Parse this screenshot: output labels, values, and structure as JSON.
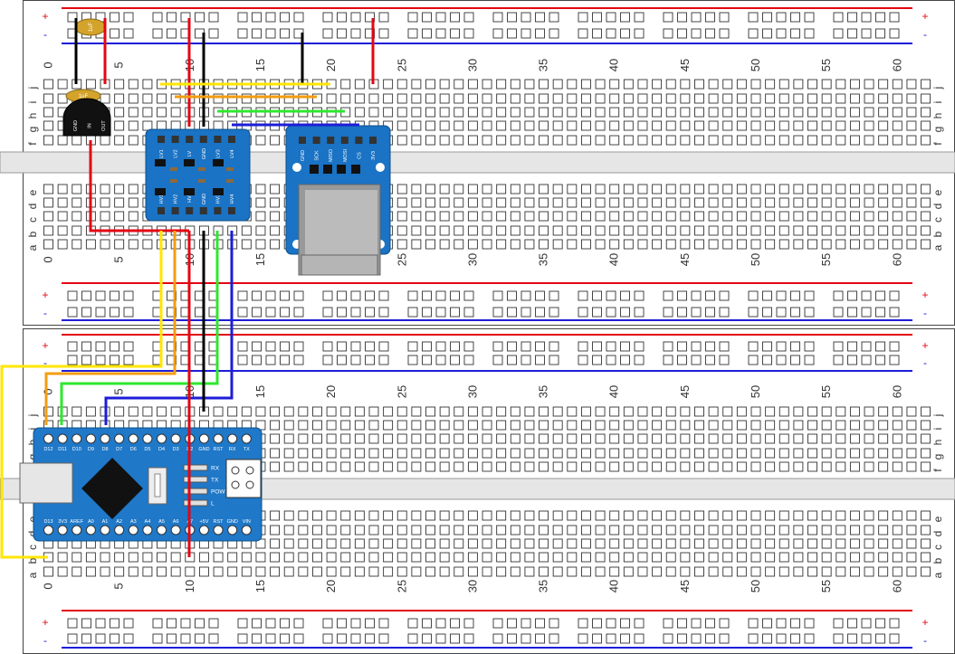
{
  "breadboards": [
    {
      "id": "top",
      "col_numbers": [
        "0",
        "5",
        "10",
        "15",
        "20",
        "25",
        "30",
        "35",
        "40",
        "45",
        "50",
        "55",
        "60"
      ],
      "row_letters_upper": [
        "j",
        "i",
        "h",
        "g",
        "f"
      ],
      "row_letters_lower": [
        "e",
        "d",
        "c",
        "b",
        "a"
      ],
      "rail_plus": "+",
      "rail_minus": "-"
    },
    {
      "id": "bottom",
      "col_numbers": [
        "0",
        "5",
        "10",
        "15",
        "20",
        "25",
        "30",
        "35",
        "40",
        "45",
        "50",
        "55",
        "60"
      ],
      "row_letters_upper": [
        "j",
        "i",
        "h",
        "g",
        "f"
      ],
      "row_letters_lower": [
        "e",
        "d",
        "c",
        "b",
        "a"
      ],
      "rail_plus": "+",
      "rail_minus": "-"
    }
  ],
  "components": {
    "capacitor_top": {
      "label": "1uF"
    },
    "capacitor_bottom": {
      "label": "1uF"
    },
    "sensor_pins": [
      "GND",
      "IN",
      "OUT"
    ],
    "level_shifter_top_pins": [
      "LV1",
      "LV2",
      "LV",
      "GND",
      "LV3",
      "LV4"
    ],
    "level_shifter_bottom_pins": [
      "HV1",
      "HV2",
      "HV",
      "GND",
      "HV3",
      "HV4"
    ],
    "sd_module_pins": [
      "GND",
      "SCK",
      "MISO",
      "MOSI",
      "CS",
      "3V3"
    ],
    "nano": {
      "top_pins": [
        "D12",
        "D11",
        "D10",
        "D9",
        "D8",
        "D7",
        "D6",
        "D5",
        "D4",
        "D3",
        "D2",
        "GND",
        "RST",
        "RX",
        "TX"
      ],
      "bottom_pins": [
        "D13",
        "3V3",
        "AREF",
        "A0",
        "A1",
        "A2",
        "A3",
        "A4",
        "A5",
        "A6",
        "A7",
        "+5V",
        "RST",
        "GND",
        "VIN"
      ],
      "leds": [
        "RX",
        "TX",
        "POW",
        "L"
      ]
    }
  },
  "wire_colors": {
    "red": "#e30613",
    "black": "#000000",
    "yellow": "#ffe600",
    "orange": "#f39c12",
    "green": "#2ee82e",
    "blue": "#1d1dd8"
  },
  "colors": {
    "rail_red": "#e30613",
    "rail_blue": "#1d1dd8",
    "board_blue": "#1a73c4",
    "pcb_blue": "#1f78c8"
  }
}
